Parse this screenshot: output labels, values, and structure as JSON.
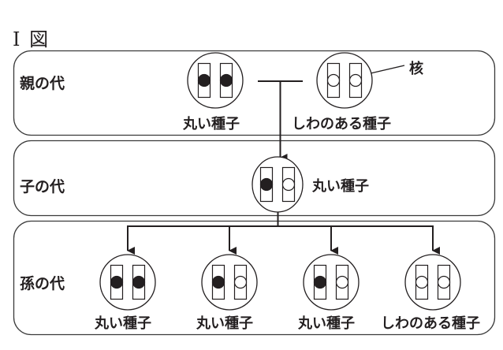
{
  "figure": {
    "title": "I 図",
    "nucleus_label": "核"
  },
  "generations": [
    {
      "label": "親の代",
      "individuals": [
        {
          "caption": "丸い種子",
          "alleles": [
            "filled",
            "filled"
          ]
        },
        {
          "caption": "しわのある種子",
          "alleles": [
            "open",
            "open"
          ]
        }
      ]
    },
    {
      "label": "子の代",
      "individuals": [
        {
          "caption": "丸い種子",
          "alleles": [
            "filled",
            "open"
          ]
        }
      ]
    },
    {
      "label": "孫の代",
      "individuals": [
        {
          "caption": "丸い種子",
          "alleles": [
            "filled",
            "filled"
          ]
        },
        {
          "caption": "丸い種子",
          "alleles": [
            "filled",
            "open"
          ]
        },
        {
          "caption": "丸い種子",
          "alleles": [
            "filled",
            "open"
          ]
        },
        {
          "caption": "しわのある種子",
          "alleles": [
            "open",
            "open"
          ]
        }
      ]
    }
  ],
  "colors": {
    "ink": "#231f20",
    "frame": "#3a3a3a",
    "background": "#ffffff"
  }
}
